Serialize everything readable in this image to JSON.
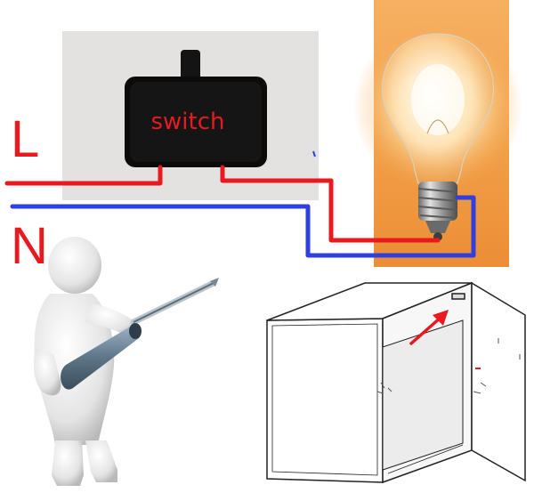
{
  "labels": {
    "switch": "switch",
    "live": "L",
    "neutral": "N"
  },
  "colors": {
    "live_wire": "#e8191f",
    "neutral_wire": "#2f3fe0",
    "label_red": "#e8191f",
    "switch_body": "#0b0b0b",
    "panel_bg": "#e9e8e6",
    "bulb_bg": "#f0a24a",
    "arrow": "#e8191f"
  },
  "icons": {
    "switch": "toggle-switch-icon",
    "bulb": "light-bulb-icon",
    "person": "person-with-screwdriver-icon",
    "cabinet": "open-cabinet-icon"
  }
}
